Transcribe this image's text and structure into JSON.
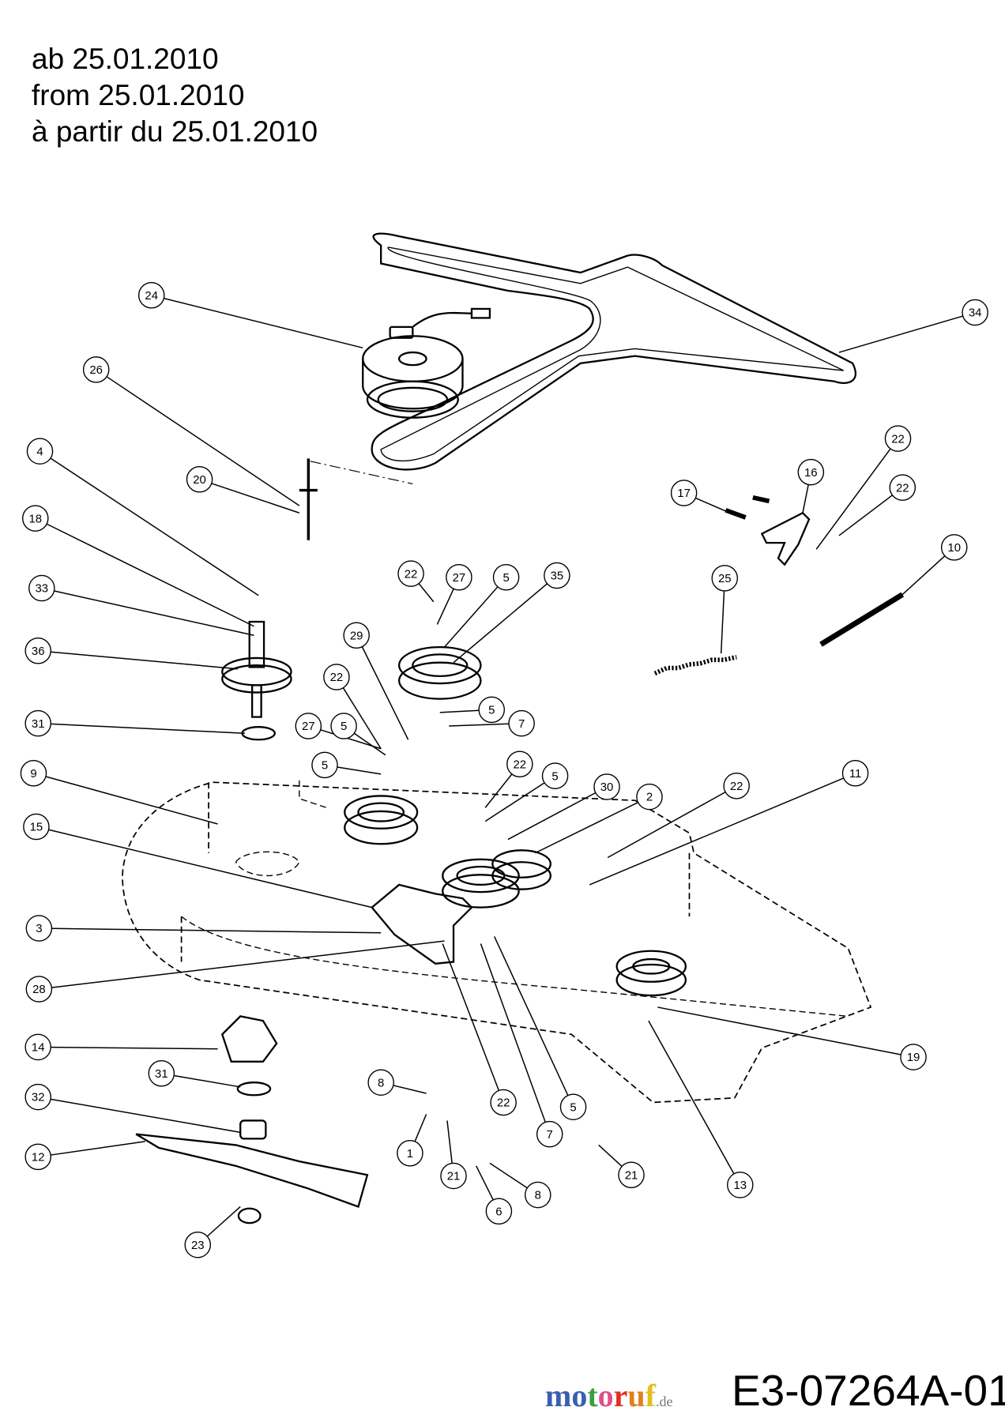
{
  "validity": {
    "de": "ab 25.01.2010",
    "en": "from 25.01.2010",
    "fr": "à partir du 25.01.2010"
  },
  "drawing_number": "E3-07264A-01",
  "watermark": {
    "letters": [
      "m",
      "o",
      "t",
      "o",
      "r",
      "u",
      "f"
    ],
    "suffix": ".de",
    "colors": [
      "#3a5fb0",
      "#3a5fb0",
      "#3aa040",
      "#e0508a",
      "#e03020",
      "#e08020",
      "#e0c020"
    ]
  },
  "callouts": [
    "24",
    "34",
    "26",
    "4",
    "20",
    "18",
    "33",
    "36",
    "31",
    "9",
    "15",
    "3",
    "28",
    "14",
    "31",
    "32",
    "12",
    "23",
    "8",
    "1",
    "21",
    "22",
    "6",
    "8",
    "7",
    "5",
    "21",
    "13",
    "19",
    "11",
    "22",
    "2",
    "30",
    "5",
    "22",
    "27",
    "5",
    "5",
    "22",
    "29",
    "22",
    "27",
    "5",
    "35",
    "5",
    "7",
    "25",
    "10",
    "17",
    "16",
    "22",
    "22"
  ]
}
